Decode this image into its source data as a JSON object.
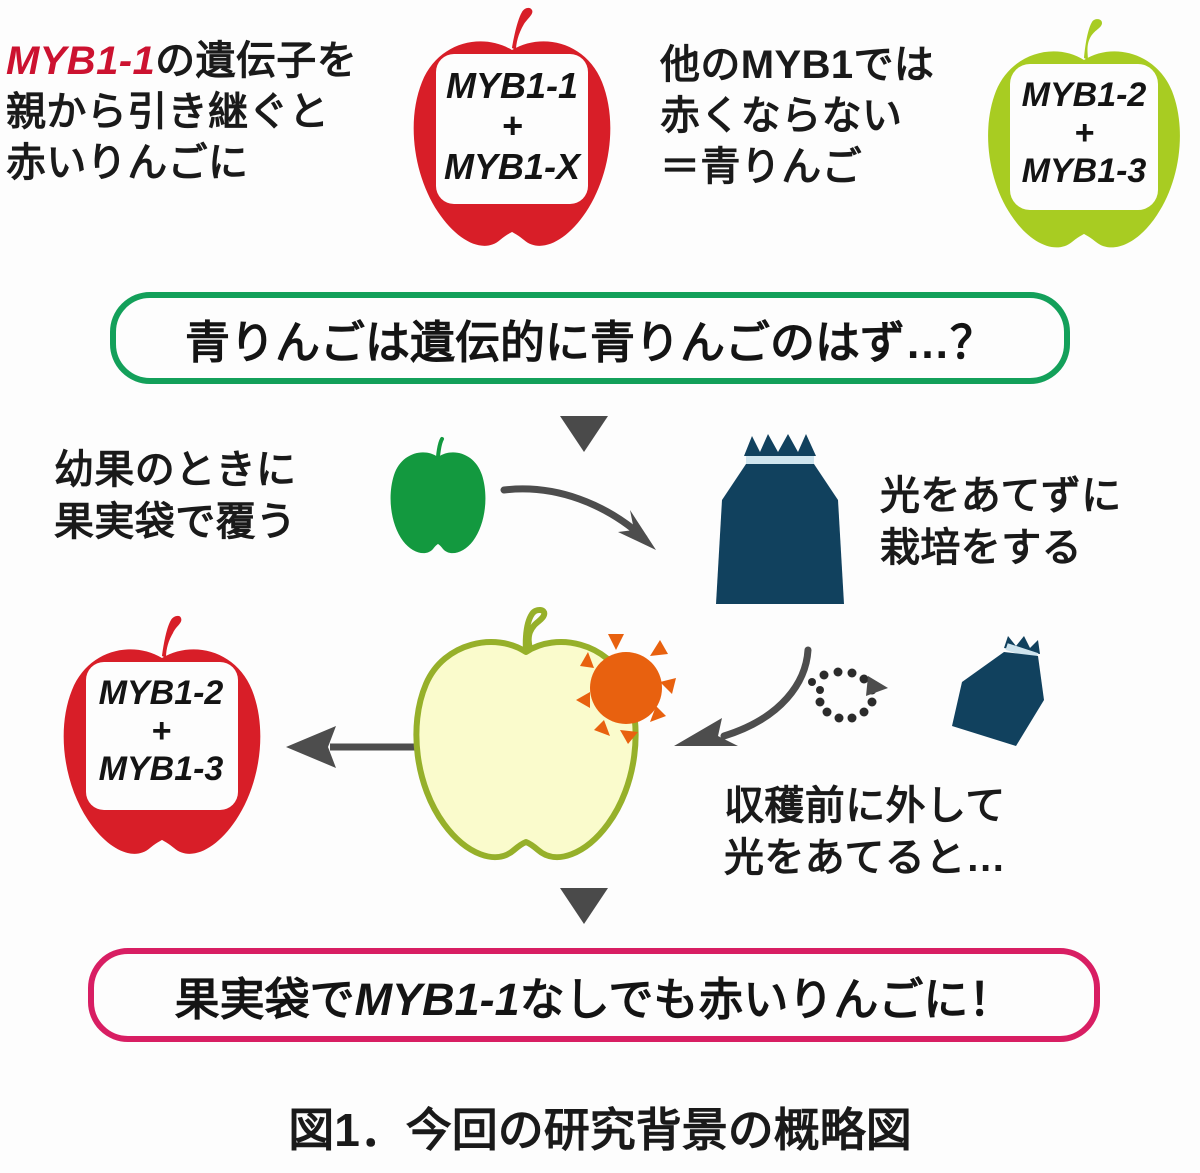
{
  "figure": {
    "caption": "図1．今回の研究背景の概略図",
    "background_color": "#fdfdfd"
  },
  "colors": {
    "red_apple": "#d81e28",
    "gene_red_text": "#cc1230",
    "green_apple": "#a8cc22",
    "solid_green_apple": "#13993f",
    "pale_apple_fill": "#fafbcc",
    "pale_apple_stroke": "#96b02a",
    "bag_navy": "#11415e",
    "bag_band": "#cfe4ee",
    "sun_orange": "#e8610f",
    "banner_green_border": "#13a05a",
    "banner_pink_border": "#d81e63",
    "arrow_gray": "#4d4d4d",
    "text_black": "#141414"
  },
  "top_left": {
    "gene_name": "MYB1-1",
    "line1_rest": "の遺伝子を",
    "line2": "親から引き継ぐと",
    "line3": "赤いりんごに"
  },
  "top_right": {
    "line1": "他のMYB1では",
    "line2": "赤くならない",
    "line3": "＝青りんご"
  },
  "apples": {
    "red_top": {
      "label": "MYB1-1\n+\nMYB1-X",
      "color": "#d81e28",
      "name": "red-apple-myb1-1"
    },
    "green_top": {
      "label": "MYB1-2\n+\nMYB1-3",
      "color": "#a8cc22",
      "name": "green-apple-myb1-2"
    },
    "red_bottom": {
      "label": "MYB1-2\n+\nMYB1-3",
      "color": "#d81e28",
      "name": "red-apple-result"
    },
    "green_small": {
      "label": "",
      "color": "#13993f",
      "name": "young-green-apple"
    },
    "pale": {
      "label": "",
      "color": "#fafbcc",
      "name": "pale-bagged-apple"
    }
  },
  "banner_green": {
    "text": "青りんごは遺伝的に青りんごのはず…？",
    "border_color": "#13a05a"
  },
  "banner_pink": {
    "text_before": "果実袋で",
    "gene": "MYB1-1",
    "text_after": "なしでも赤いりんごに！",
    "border_color": "#d81e63"
  },
  "mid_left": {
    "line1": "幼果のときに",
    "line2": "果実袋で覆う"
  },
  "mid_right": {
    "line1": "光をあてずに",
    "line2": "栽培をする"
  },
  "low_right": {
    "line1": "収穫前に外して",
    "line2": "光をあてると…"
  },
  "markers": {
    "triangle_top": "▼",
    "triangle_bottom": "▼",
    "arrow_curve_1": "curved-arrow-right",
    "arrow_straight_left": "straight-arrow-left",
    "arrow_curve_2": "curved-arrow-left-with-dotted-trail"
  }
}
